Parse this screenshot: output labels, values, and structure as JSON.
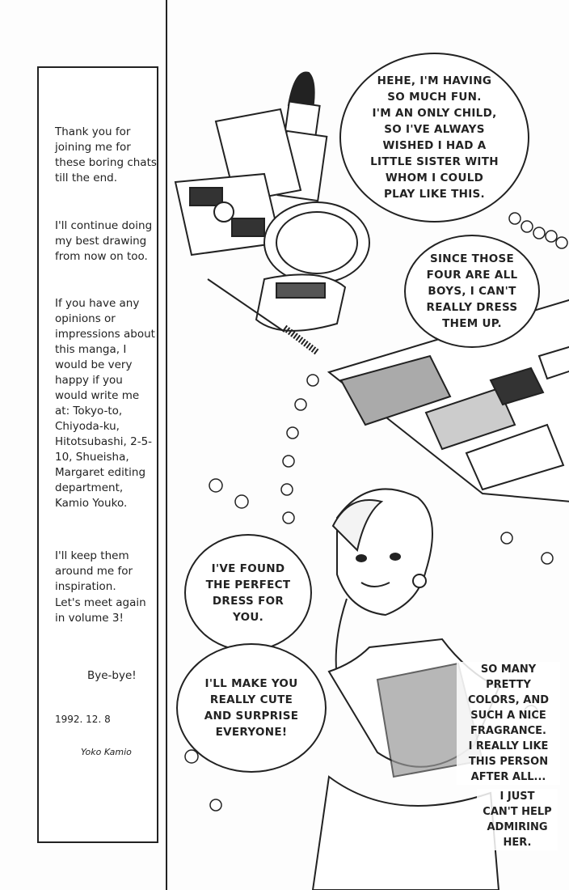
{
  "notes": {
    "p1": "Thank you for joining me for these boring chats till the end.",
    "p2": "I'll continue doing my best drawing from now on too.",
    "p3": "If you have any opinions or impressions about this manga, I would be very happy if you would write me at: Tokyo-to, Chiyoda-ku, Hitotsubashi, 2-5-10, Shueisha, Margaret editing department, Kamio Youko.",
    "p4": "I'll keep them around me for inspiration.",
    "p5": "Let's meet again in volume 3!",
    "bye": "Bye-bye!",
    "date": "1992. 12. 8",
    "signature": "Yoko Kamio"
  },
  "bubbles": {
    "b1": "HEHE, I'M HAVING\nSO MUCH FUN.\nI'M AN ONLY CHILD,\nSO I'VE ALWAYS\nWISHED I HAD A\nLITTLE SISTER WITH\nWHOM I COULD\nPLAY LIKE THIS.",
    "b2": "SINCE THOSE\nFOUR ARE ALL\nBOYS, I CAN'T\nREALLY DRESS\nTHEM UP.",
    "b3": "I'VE FOUND\nTHE PERFECT\nDRESS FOR\nYOU.",
    "b4": "I'LL MAKE YOU\nREALLY CUTE\nAND SURPRISE\nEVERYONE!"
  },
  "thoughts": {
    "t1": "SO MANY PRETTY\nCOLORS, AND\nSUCH A NICE\nFRAGRANCE.\nI REALLY LIKE\nTHIS PERSON\nAFTER ALL...",
    "t2": "I JUST\nCAN'T HELP\nADMIRING\nHER."
  }
}
